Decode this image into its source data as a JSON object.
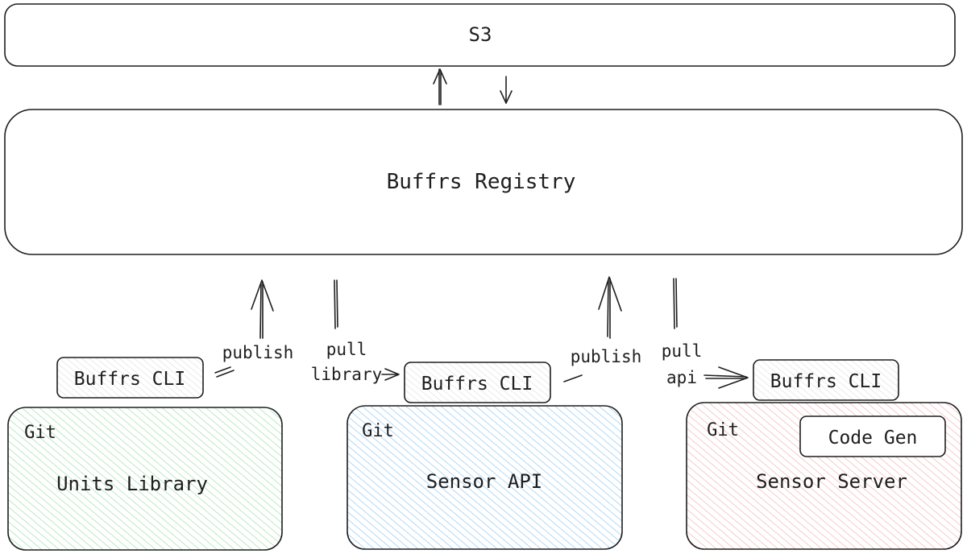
{
  "nodes": {
    "s3": {
      "label": "S3"
    },
    "registry": {
      "label": "Buffrs Registry"
    },
    "cli_left": {
      "label": "Buffrs CLI"
    },
    "cli_mid": {
      "label": "Buffrs CLI"
    },
    "cli_right": {
      "label": "Buffrs CLI"
    },
    "units_library": {
      "tag": "Git",
      "label": "Units Library",
      "color": "#b2f2bb"
    },
    "sensor_api": {
      "tag": "Git",
      "label": "Sensor API",
      "color": "#a5d8ff"
    },
    "sensor_server": {
      "tag": "Git",
      "label": "Sensor Server",
      "color": "#ffc9c9"
    },
    "code_gen": {
      "label": "Code Gen"
    }
  },
  "edges": {
    "publish_left": {
      "label": "publish"
    },
    "pull_library": {
      "label_line1": "pull",
      "label_line2": "library"
    },
    "publish_mid": {
      "label": "publish"
    },
    "pull_api": {
      "label_line1": "pull",
      "label_line2": "api"
    }
  }
}
